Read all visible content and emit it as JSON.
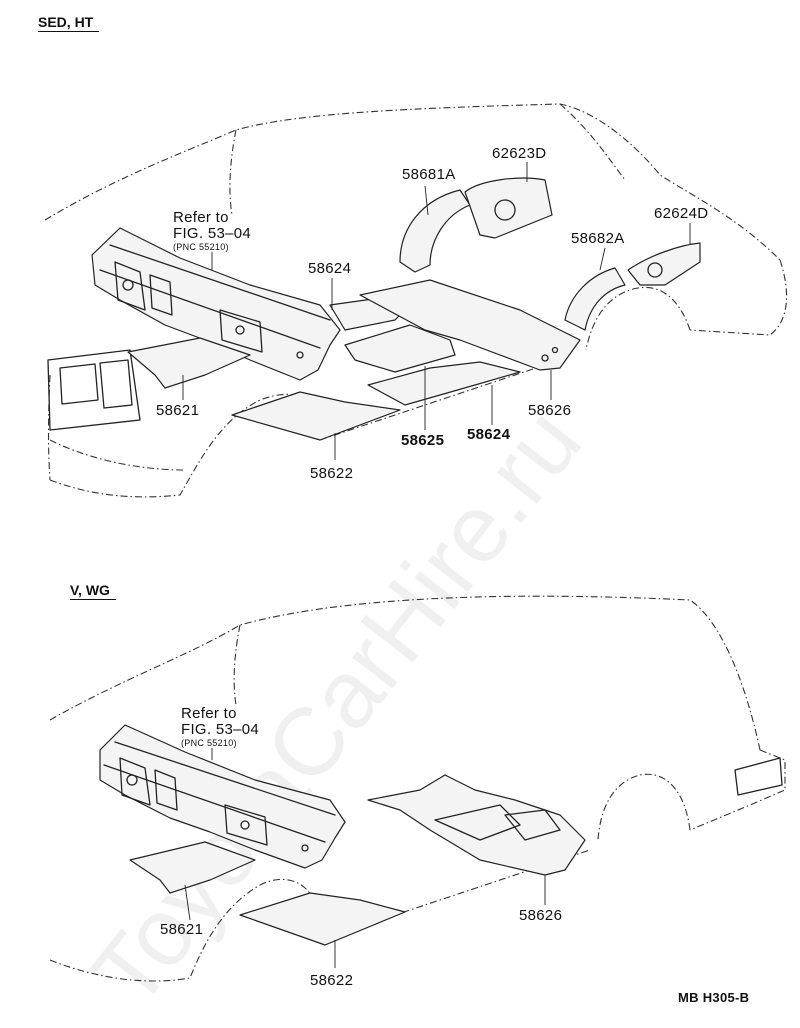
{
  "sections": {
    "top": {
      "header": "SED, HT"
    },
    "bottom": {
      "header": "V, WG"
    }
  },
  "refer_note": {
    "line1": "Refer to",
    "line2": "FIG. 53–04",
    "line3": "(PNC 55210)"
  },
  "labels_top": {
    "p58681A": "58681A",
    "p62623D": "62623D",
    "p62624D": "62624D",
    "p58682A": "58682A",
    "p58624a": "58624",
    "p58621": "58621",
    "p58625": "58625",
    "p58624b": "58624",
    "p58626": "58626",
    "p58622": "58622"
  },
  "labels_bottom": {
    "p58621": "58621",
    "p58626": "58626",
    "p58622": "58622"
  },
  "figure_code": "MB H305-B",
  "watermark": "ToyotaCarHire.ru"
}
